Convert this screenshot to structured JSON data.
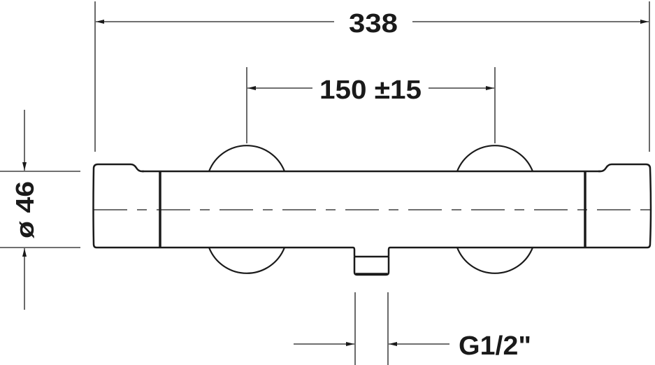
{
  "drawing": {
    "title": "Thermostatic shower mixer - dimension drawing",
    "units": "mm",
    "line_color": "#1a1a1a",
    "background": "#ffffff"
  },
  "dimensions": {
    "overall_length": {
      "label": "338",
      "value": 338
    },
    "connection_spacing": {
      "label": "150 ±15",
      "value": 150,
      "tolerance": 15
    },
    "body_diameter": {
      "label": "ø 46",
      "value": 46
    },
    "outlet_thread": {
      "label": "G1/2\""
    }
  },
  "components": {
    "left_end_cap": "temperature-handle",
    "right_end_cap": "flow-handle",
    "body": "mixer-body",
    "eccentric_connections": 2,
    "outlet": "bottom-outlet"
  }
}
